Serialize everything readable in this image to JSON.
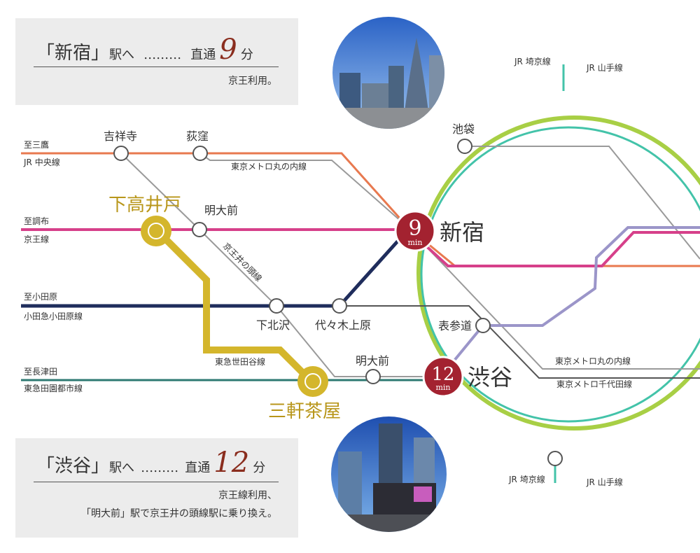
{
  "box_shinjuku": {
    "bracket_station": "「新宿」",
    "to": "駅へ",
    "dots": "………",
    "direct": "直通",
    "minutes": "9",
    "unit": "分",
    "note": "京王利用。"
  },
  "box_shibuya": {
    "bracket_station": "「渋谷」",
    "to": "駅へ",
    "dots": "………",
    "direct": "直通",
    "minutes": "12",
    "unit": "分",
    "note_line1": "京王線利用、",
    "note_line2": "「明大前」駅で京王井の頭線駅に乗り換え。"
  },
  "stations": {
    "kichijoji": "吉祥寺",
    "ogikubo": "荻窪",
    "shimotakaido": "下高井戸",
    "meidaimae_top": "明大前",
    "shinjuku": "新宿",
    "shinjuku_min_value": "9",
    "min_unit": "min",
    "ikebukuro": "池袋",
    "shimokitazawa": "下北沢",
    "yoyogiuehara": "代々木上原",
    "omotesando": "表参道",
    "meidaimae_bottom": "明大前",
    "shibuya": "渋谷",
    "shibuya_min_value": "12",
    "sangenjaya": "三軒茶屋"
  },
  "lines": {
    "chuo_to": "至三鷹",
    "chuo_name": "JR 中央線",
    "keio_to": "至調布",
    "keio_name": "京王線",
    "odakyu_to": "至小田原",
    "odakyu_name": "小田急小田原線",
    "denen_to": "至長津田",
    "denen_name": "東急田園都市線",
    "marunouchi_top": "東京メトロ丸の内線",
    "inokashira": "京王井の頭線",
    "setagaya": "東急世田谷線",
    "saikyo_top": "JR 埼京線",
    "yamanote_top": "JR 山手線",
    "marunouchi_right": "東京メトロ丸の内線",
    "chiyoda_right": "東京メトロ千代田線",
    "saikyo_bottom": "JR 埼京線",
    "yamanote_bottom": "JR 山手線"
  },
  "colors": {
    "chuo": "#e8794f",
    "keio": "#d6408a",
    "odakyu": "#1f2d5c",
    "denen": "#2e7a72",
    "setagaya": "#d4b62c",
    "inokashira": "#9a9a9a",
    "hanzomon": "#9b95c9",
    "yamanote": "#a8cf45",
    "saikyo": "#43c3a9",
    "chiyoda": "#555555",
    "highlight": "#a32230"
  }
}
